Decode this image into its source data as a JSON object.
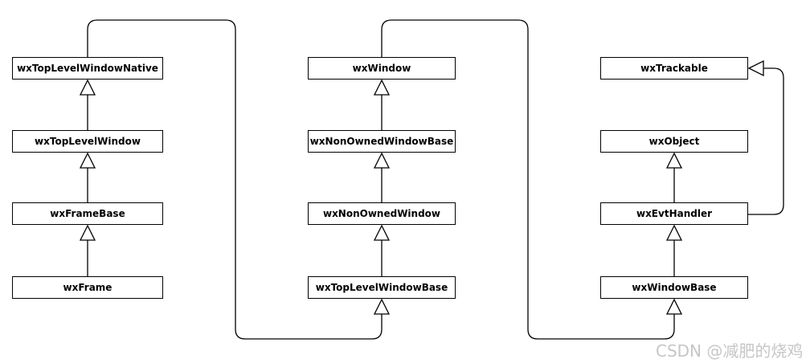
{
  "diagram": {
    "kind": "uml-class-inheritance-diagram",
    "columns": [
      {
        "id": "frame-chain",
        "nodes": [
          {
            "label": "wxTopLevelWindowNative"
          },
          {
            "label": "wxTopLevelWindow"
          },
          {
            "label": "wxFrameBase"
          },
          {
            "label": "wxFrame"
          }
        ]
      },
      {
        "id": "window-chain",
        "nodes": [
          {
            "label": "wxWindow"
          },
          {
            "label": "wxNonOwnedWindowBase"
          },
          {
            "label": "wxNonOwnedWindow"
          },
          {
            "label": "wxTopLevelWindowBase"
          }
        ]
      },
      {
        "id": "base-chain",
        "nodes": [
          {
            "label": "wxTrackable"
          },
          {
            "label": "wxObject"
          },
          {
            "label": "wxEvtHandler"
          },
          {
            "label": "wxWindowBase"
          }
        ]
      }
    ],
    "edges": [
      {
        "derived": "wxTopLevelWindow",
        "base": "wxTopLevelWindowNative"
      },
      {
        "derived": "wxFrameBase",
        "base": "wxTopLevelWindow"
      },
      {
        "derived": "wxFrame",
        "base": "wxFrameBase"
      },
      {
        "derived": "wxNonOwnedWindowBase",
        "base": "wxWindow"
      },
      {
        "derived": "wxNonOwnedWindow",
        "base": "wxNonOwnedWindowBase"
      },
      {
        "derived": "wxTopLevelWindowBase",
        "base": "wxNonOwnedWindow"
      },
      {
        "derived": "wxEvtHandler",
        "base": "wxObject"
      },
      {
        "derived": "wxWindowBase",
        "base": "wxEvtHandler"
      },
      {
        "derived": "wxTopLevelWindowNative",
        "base": "wxTopLevelWindowBase"
      },
      {
        "derived": "wxWindow",
        "base": "wxWindowBase"
      },
      {
        "derived": "wxEvtHandler",
        "base": "wxTrackable"
      }
    ],
    "colors": {
      "box_border": "#000000",
      "box_fill": "#ffffff",
      "connector": "#000000",
      "label_text": "#000000",
      "background": "#ffffff"
    }
  },
  "watermark": {
    "text": "CSDN @减肥的烧鸡",
    "color": "#c6c6c6"
  }
}
